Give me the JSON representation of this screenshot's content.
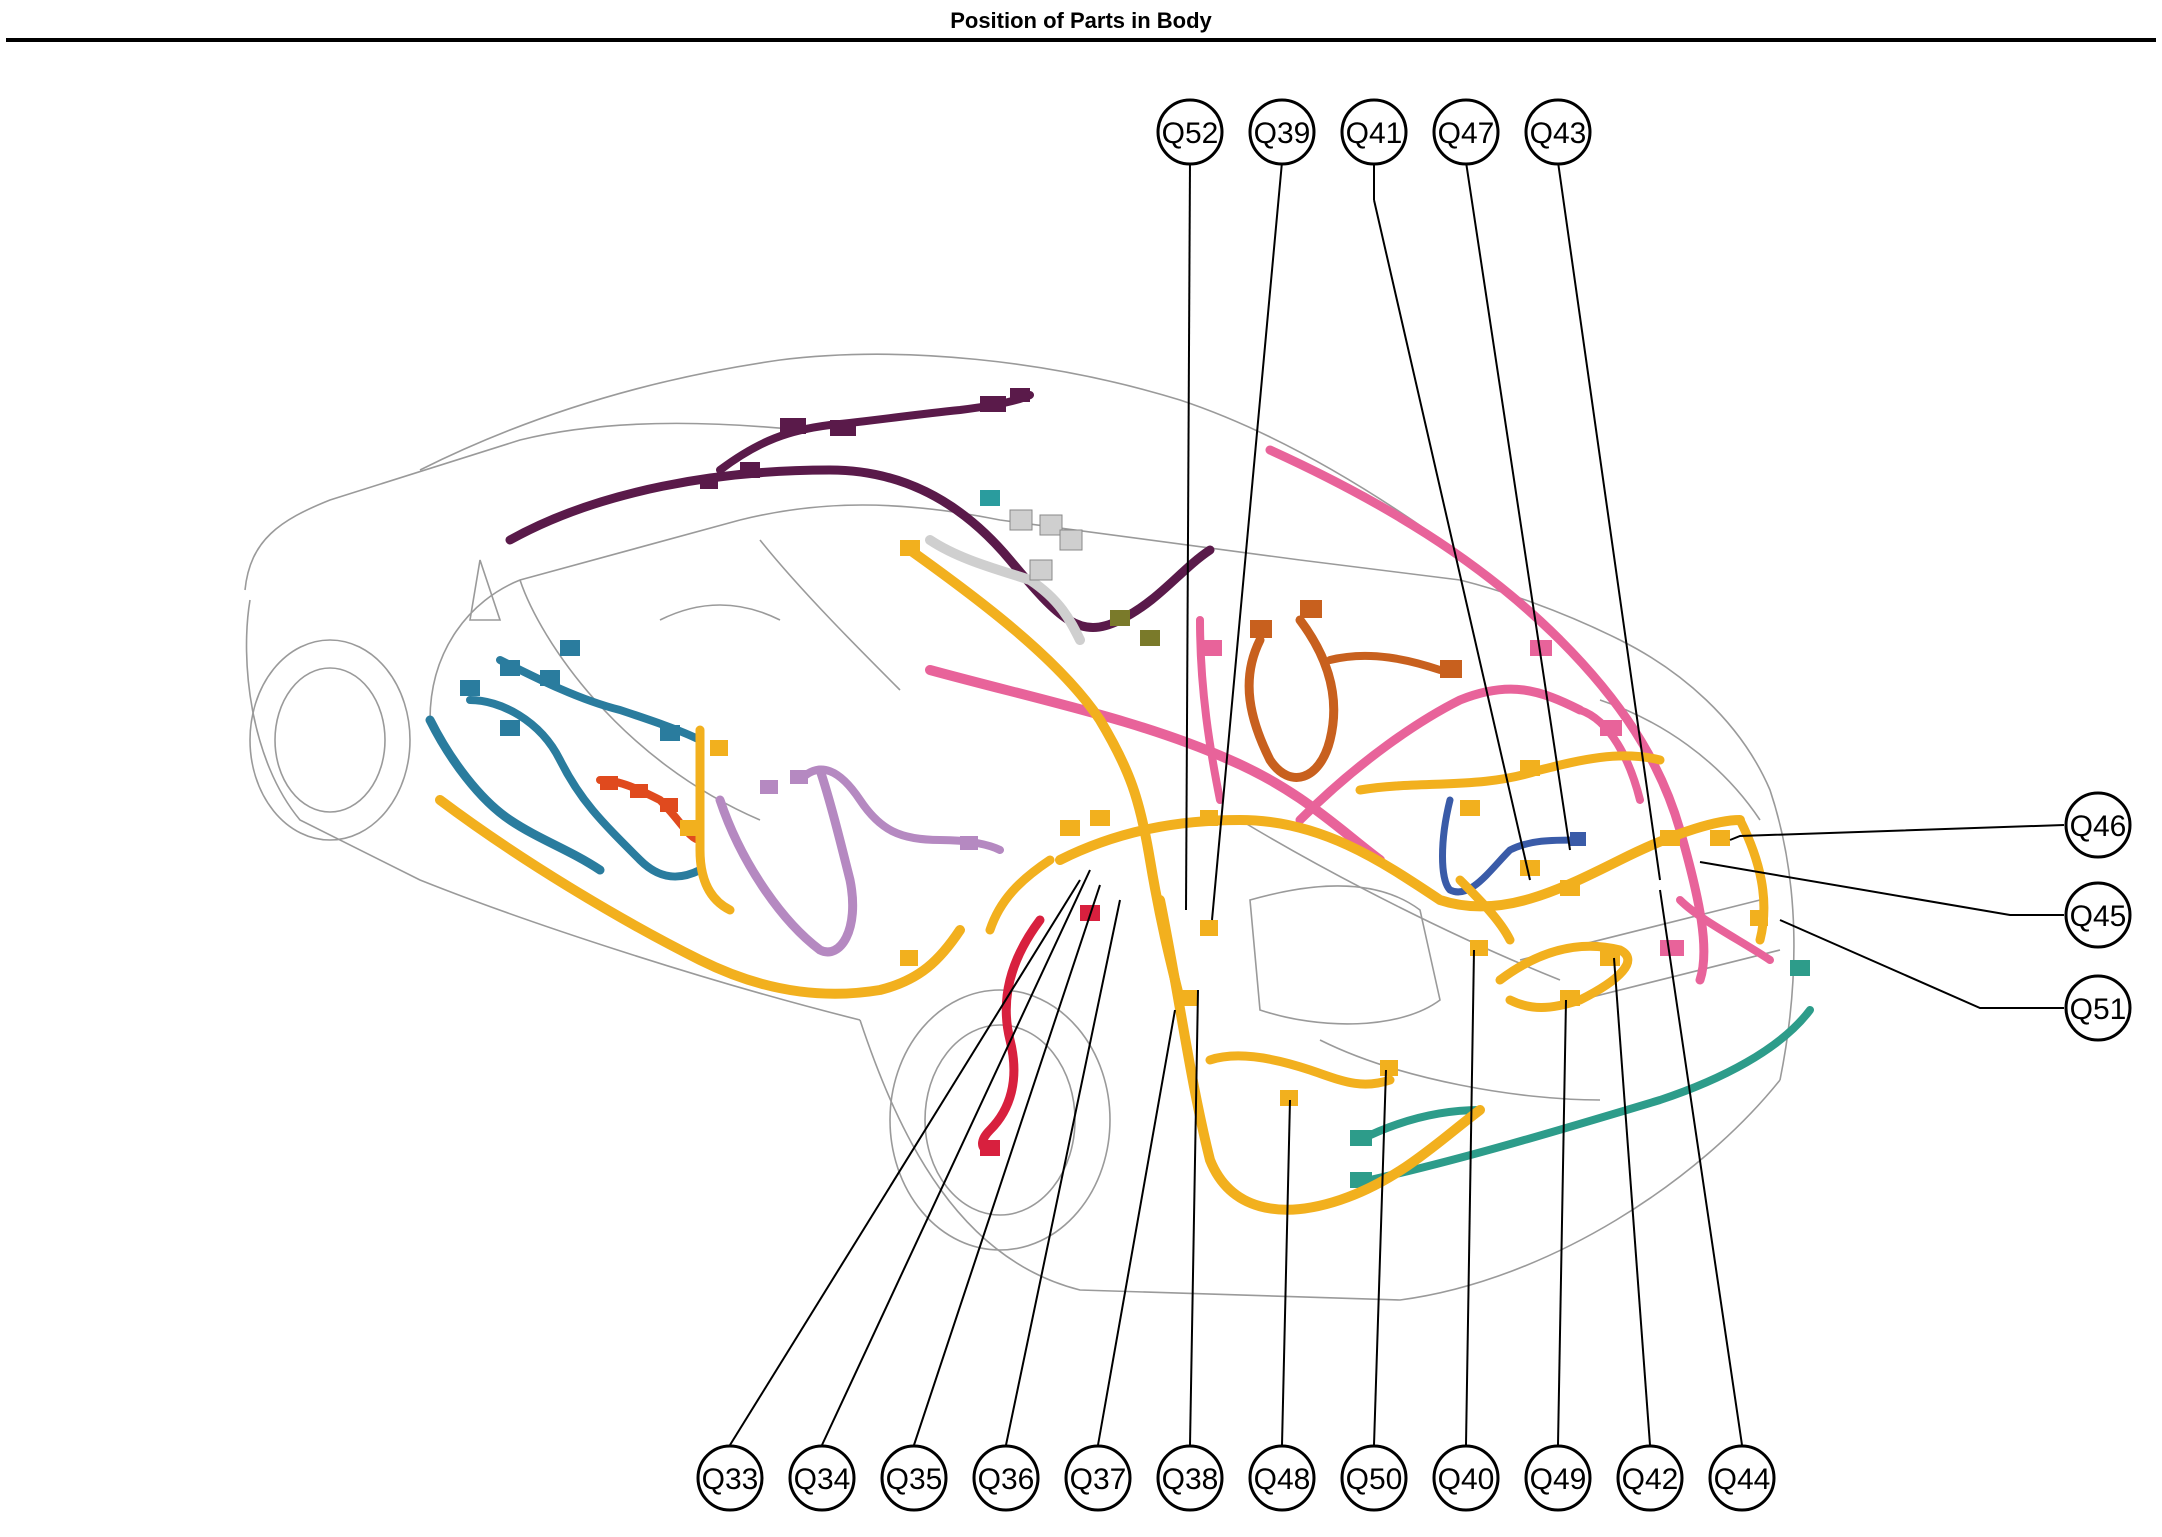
{
  "title": "Position of Parts in Body",
  "colors": {
    "yellow": "#F2B01E",
    "pink": "#E8639A",
    "purple": "#5A1A4A",
    "blue": "#2A7C9E",
    "lavender": "#B589C1",
    "orange": "#C8601E",
    "red": "#D8203E",
    "teal": "#2D9C8A",
    "navy": "#3A5BA8",
    "grey": "#CFCFCF",
    "olive": "#7A7A2A",
    "orangered": "#E04A1E"
  },
  "callouts": [
    {
      "id": "q52",
      "label": "Q52"
    },
    {
      "id": "q39",
      "label": "Q39"
    },
    {
      "id": "q41",
      "label": "Q41"
    },
    {
      "id": "q47",
      "label": "Q47"
    },
    {
      "id": "q43",
      "label": "Q43"
    },
    {
      "id": "q46",
      "label": "Q46"
    },
    {
      "id": "q45",
      "label": "Q45"
    },
    {
      "id": "q51",
      "label": "Q51"
    },
    {
      "id": "q33",
      "label": "Q33"
    },
    {
      "id": "q34",
      "label": "Q34"
    },
    {
      "id": "q35",
      "label": "Q35"
    },
    {
      "id": "q36",
      "label": "Q36"
    },
    {
      "id": "q37",
      "label": "Q37"
    },
    {
      "id": "q38",
      "label": "Q38"
    },
    {
      "id": "q48",
      "label": "Q48"
    },
    {
      "id": "q50",
      "label": "Q50"
    },
    {
      "id": "q40",
      "label": "Q40"
    },
    {
      "id": "q49",
      "label": "Q49"
    },
    {
      "id": "q42",
      "label": "Q42"
    },
    {
      "id": "q44",
      "label": "Q44"
    }
  ]
}
